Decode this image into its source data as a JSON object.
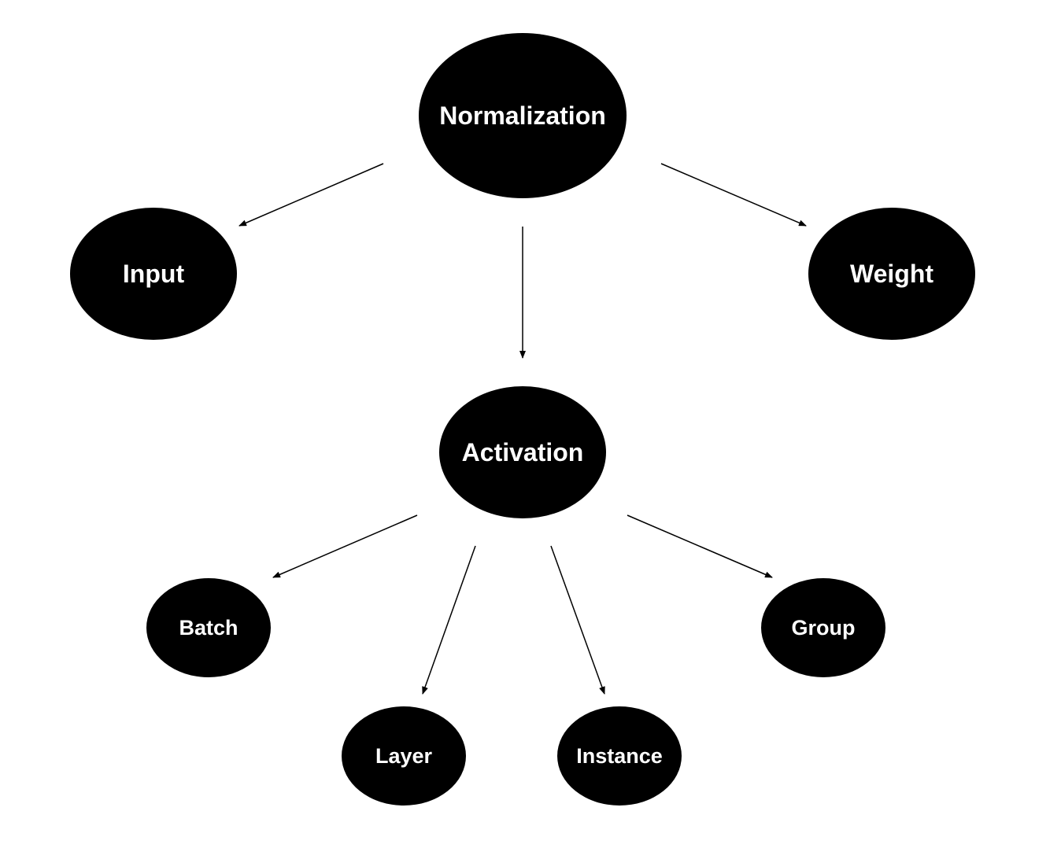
{
  "diagram": {
    "nodes": {
      "normalization": {
        "label": "Normalization"
      },
      "input": {
        "label": "Input"
      },
      "weight": {
        "label": "Weight"
      },
      "activation": {
        "label": "Activation"
      },
      "batch": {
        "label": "Batch"
      },
      "layer": {
        "label": "Layer"
      },
      "instance": {
        "label": "Instance"
      },
      "group": {
        "label": "Group"
      }
    },
    "edges": [
      {
        "from": "normalization",
        "to": "input"
      },
      {
        "from": "normalization",
        "to": "activation"
      },
      {
        "from": "normalization",
        "to": "weight"
      },
      {
        "from": "activation",
        "to": "batch"
      },
      {
        "from": "activation",
        "to": "layer"
      },
      {
        "from": "activation",
        "to": "instance"
      },
      {
        "from": "activation",
        "to": "group"
      }
    ],
    "colors": {
      "node_fill": "#000000",
      "node_text": "#ffffff",
      "edge": "#000000",
      "background": "#ffffff"
    }
  }
}
